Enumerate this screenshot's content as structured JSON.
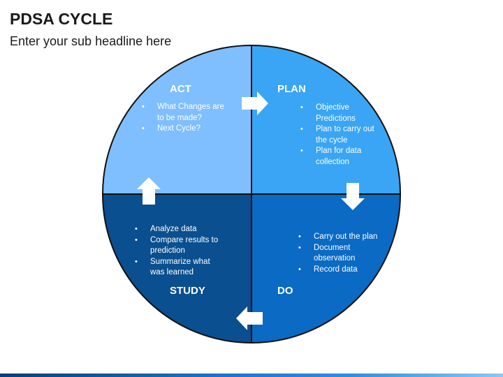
{
  "header": {
    "title": "PDSA CYCLE",
    "subtitle": "Enter your sub headline here"
  },
  "colors": {
    "act": "#7fbfff",
    "plan": "#3aa5f4",
    "study": "#0a4f8f",
    "do": "#0a6ac4",
    "outline": "#111111",
    "arrow": "#ffffff",
    "footer": "#0b4f9a"
  },
  "quadrants": {
    "act": {
      "label": "ACT",
      "bullets": [
        "What Changes are to be made?",
        "Next Cycle?"
      ]
    },
    "plan": {
      "label": "PLAN",
      "bullets": [
        "Objective Predictions",
        "Plan to carry out the cycle",
        "Plan for data collection"
      ]
    },
    "study": {
      "label": "STUDY",
      "bullets": [
        "Analyze data",
        "Compare results to prediction",
        "Summarize what was learned"
      ]
    },
    "do": {
      "label": "DO",
      "bullets": [
        "Carry out the plan",
        "Document observation",
        "Record data"
      ]
    }
  },
  "arrows": [
    {
      "name": "arrow-act-to-plan",
      "direction": "right"
    },
    {
      "name": "arrow-plan-to-do",
      "direction": "down"
    },
    {
      "name": "arrow-do-to-study",
      "direction": "left"
    },
    {
      "name": "arrow-study-to-act",
      "direction": "up"
    }
  ]
}
